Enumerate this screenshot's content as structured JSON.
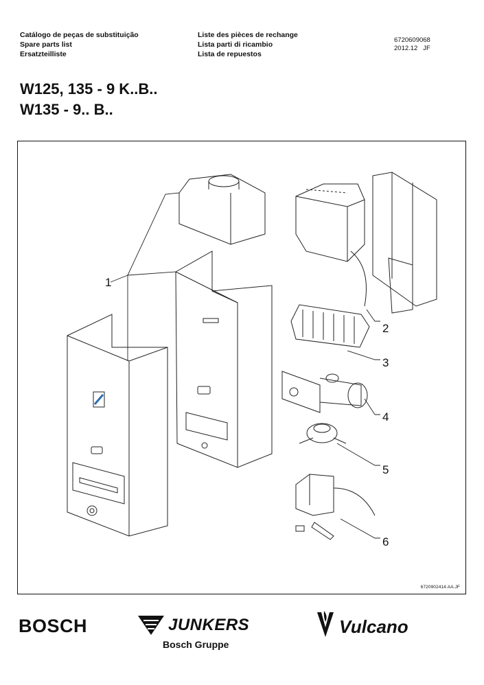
{
  "header": {
    "col1": [
      "Catálogo de peças de substituição",
      "Spare parts list",
      "Ersatzteilliste"
    ],
    "col2": [
      "Liste des pièces de rechange",
      "Lista parti di ricambio",
      "Lista de repuestos"
    ],
    "doc_number": "6720609068",
    "date": "2012.12",
    "author": "JF"
  },
  "title": {
    "line1": "W125, 135 - 9 K..B..",
    "line2": "W135 - 9.. B.."
  },
  "diagram": {
    "callouts": [
      "1",
      "2",
      "3",
      "4",
      "5",
      "6"
    ],
    "reference": "6720902414.AA.JF"
  },
  "brands": {
    "bosch": "BOSCH",
    "junkers": "JUNKERS",
    "junkers_sub": "Bosch Gruppe",
    "vulcano": "Vulcano"
  }
}
